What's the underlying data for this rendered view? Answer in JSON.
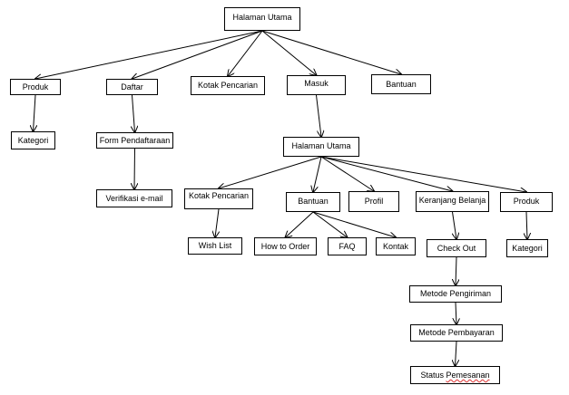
{
  "nodes": {
    "root": "Halaman Utama",
    "produk": "Produk",
    "daftar": "Daftar",
    "kotak_pencarian_1": "Kotak Pencarian",
    "masuk": "Masuk",
    "bantuan_1": "Bantuan",
    "kategori_1": "Kategori",
    "form_pendaftaraan": "Form Pendaftaraan",
    "verifikasi_email": "Verifikasi e-mail",
    "halaman_utama_2": "Halaman Utama",
    "kotak_pencarian_2": "Kotak Pencarian",
    "bantuan_2": "Bantuan",
    "profil": "Profil",
    "keranjang_belanja": "Keranjang Belanja",
    "produk_2": "Produk",
    "wish_list": "Wish List",
    "how_to_order": "How to Order",
    "faq": "FAQ",
    "kontak": "Kontak",
    "check_out": "Check Out",
    "kategori_2": "Kategori",
    "metode_pengiriman": "Metode Pengiriman",
    "metode_pembayaran": "Metode Pembayaran",
    "status_pemesanan_word1": "Status",
    "status_pemesanan_word2": "Pemesanan"
  },
  "edges": [
    [
      "root",
      "produk"
    ],
    [
      "root",
      "daftar"
    ],
    [
      "root",
      "kotak_pencarian_1"
    ],
    [
      "root",
      "masuk"
    ],
    [
      "root",
      "bantuan_1"
    ],
    [
      "produk",
      "kategori_1"
    ],
    [
      "daftar",
      "form_pendaftaraan"
    ],
    [
      "form_pendaftaraan",
      "verifikasi_email"
    ],
    [
      "masuk",
      "halaman_utama_2"
    ],
    [
      "halaman_utama_2",
      "kotak_pencarian_2"
    ],
    [
      "halaman_utama_2",
      "bantuan_2"
    ],
    [
      "halaman_utama_2",
      "profil"
    ],
    [
      "halaman_utama_2",
      "keranjang_belanja"
    ],
    [
      "halaman_utama_2",
      "produk_2"
    ],
    [
      "kotak_pencarian_2",
      "wish_list"
    ],
    [
      "bantuan_2",
      "how_to_order"
    ],
    [
      "bantuan_2",
      "faq"
    ],
    [
      "bantuan_2",
      "kontak"
    ],
    [
      "keranjang_belanja",
      "check_out"
    ],
    [
      "produk_2",
      "kategori_2"
    ],
    [
      "check_out",
      "metode_pengiriman"
    ],
    [
      "metode_pengiriman",
      "metode_pembayaran"
    ],
    [
      "metode_pembayaran",
      "status_pemesanan"
    ]
  ],
  "colors": {
    "stroke": "#000000",
    "spellcheck": "#dd3333"
  }
}
